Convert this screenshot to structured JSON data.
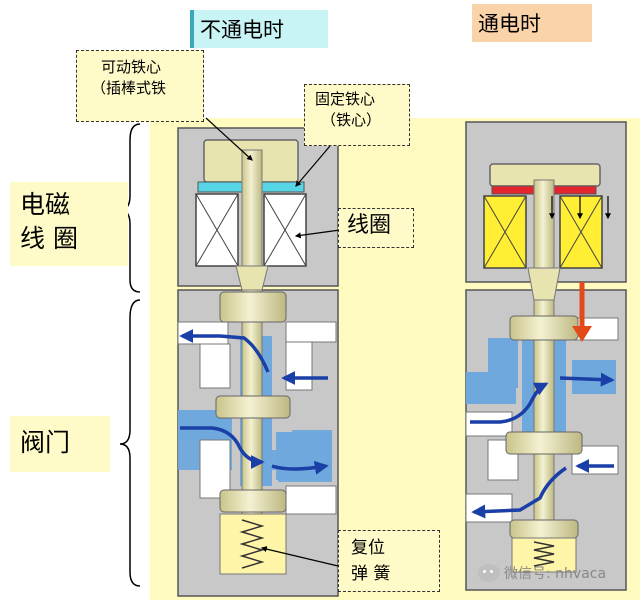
{
  "headers": {
    "off": "不通电时",
    "on": "通电时"
  },
  "callouts": {
    "plunger_line1": "可动铁心",
    "plunger_line2": "（插棒式铁",
    "core_line1": "固定铁心",
    "core_line2": "（铁心）",
    "coil": "线圈",
    "spring_line1": "复位",
    "spring_line2": "弹  簧"
  },
  "sections": {
    "solenoid_line1": "电磁",
    "solenoid_line2": "线  圈",
    "valve": "阀门"
  },
  "watermark": "微信号: nhvaca",
  "colors": {
    "panel_yellow": "#fffbc0",
    "valve_grey": "#c8c8c8",
    "stem_olive": "#e8e4b0",
    "fluid_blue": "#6fa8dc",
    "arrow_blue": "#1a3fa6",
    "coil_yellow": "#ffee33",
    "pole_red": "#e3262e",
    "pole_cyan": "#57d4e6",
    "force_red": "#e34a1a",
    "header_cyan": "#c9f4f6",
    "header_orange": "#fbd3a8"
  },
  "icons": {
    "watermark_logo": "wechat-icon",
    "arrow": "flow-arrow-icon"
  }
}
